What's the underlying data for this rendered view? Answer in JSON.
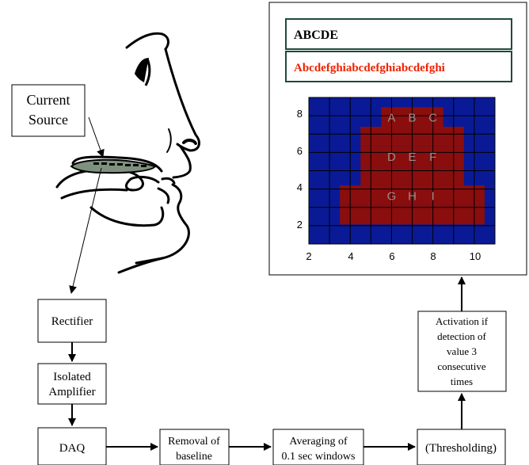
{
  "diagram": {
    "current_source": [
      "Current",
      "Source"
    ],
    "rectifier": "Rectifier",
    "isolated_amplifier": [
      "Isolated",
      "Amplifier"
    ],
    "daq": "DAQ",
    "removal_of_baseline": [
      "Removal of",
      "baseline"
    ],
    "averaging": [
      "Averaging of",
      "0.1 sec windows"
    ],
    "thresholding": "(Thresholding)",
    "activation": [
      "Activation if",
      "detection of",
      "value 3",
      "consecutive",
      "times"
    ]
  },
  "display": {
    "line1": "ABCDE",
    "line2": "Abcdefghiabcdefghiabcdefghi",
    "line2_color": "#ee2200"
  },
  "grid_plot": {
    "x_ticks": [
      "2",
      "4",
      "6",
      "8",
      "10"
    ],
    "y_ticks": [
      "8",
      "6",
      "4",
      "2"
    ],
    "letters": [
      {
        "text": "A",
        "x": 5,
        "y": 8
      },
      {
        "text": "B",
        "x": 6,
        "y": 8
      },
      {
        "text": "C",
        "x": 7,
        "y": 8
      },
      {
        "text": "D",
        "x": 5,
        "y": 6
      },
      {
        "text": "E",
        "x": 6,
        "y": 6
      },
      {
        "text": "F",
        "x": 7,
        "y": 6
      },
      {
        "text": "G",
        "x": 5,
        "y": 4
      },
      {
        "text": "H",
        "x": 6,
        "y": 4
      },
      {
        "text": "I",
        "x": 7,
        "y": 4
      }
    ],
    "active_cells": [
      {
        "y": 8,
        "x_from": 5,
        "x_to": 7
      },
      {
        "y": 7,
        "x_from": 4,
        "x_to": 8
      },
      {
        "y": 6,
        "x_from": 4,
        "x_to": 8
      },
      {
        "y": 5,
        "x_from": 4,
        "x_to": 8
      },
      {
        "y": 4,
        "x_from": 3,
        "x_to": 9
      },
      {
        "y": 3,
        "x_from": 3,
        "x_to": 9
      }
    ],
    "colors": {
      "background": "#0a1a96",
      "active": "#8a0e0e",
      "letter": "#9a8c8c"
    }
  }
}
